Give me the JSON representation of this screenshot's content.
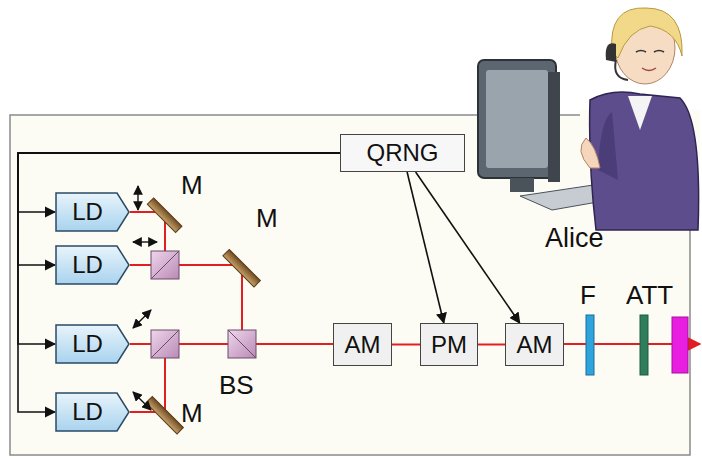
{
  "diagram": {
    "nodes": [
      {
        "text": [
          "QRNG"
        ]
      },
      {
        "text": [
          "LD"
        ]
      },
      {
        "text": [
          "LD"
        ]
      },
      {
        "text": [
          "LD"
        ]
      },
      {
        "text": [
          "LD"
        ]
      },
      {
        "text": [
          "AM"
        ]
      },
      {
        "text": [
          "PM"
        ]
      },
      {
        "text": [
          "AM"
        ]
      }
    ],
    "edges": [
      {
        "from": 0,
        "to": 1,
        "arrow": "to"
      },
      {
        "from": 0,
        "to": 2,
        "arrow": "to"
      },
      {
        "from": 0,
        "to": 3,
        "arrow": "to"
      },
      {
        "from": 0,
        "to": 4,
        "arrow": "to"
      },
      {
        "from": 0,
        "to": 6,
        "arrow": "to"
      },
      {
        "from": 0,
        "to": 7,
        "arrow": "to"
      },
      {
        "from": 5,
        "to": 6,
        "arrow": "none"
      },
      {
        "from": 6,
        "to": 7,
        "arrow": "none"
      }
    ],
    "labels": [
      "M",
      "M",
      "BS",
      "M",
      "Alice",
      "F",
      "ATT"
    ]
  }
}
